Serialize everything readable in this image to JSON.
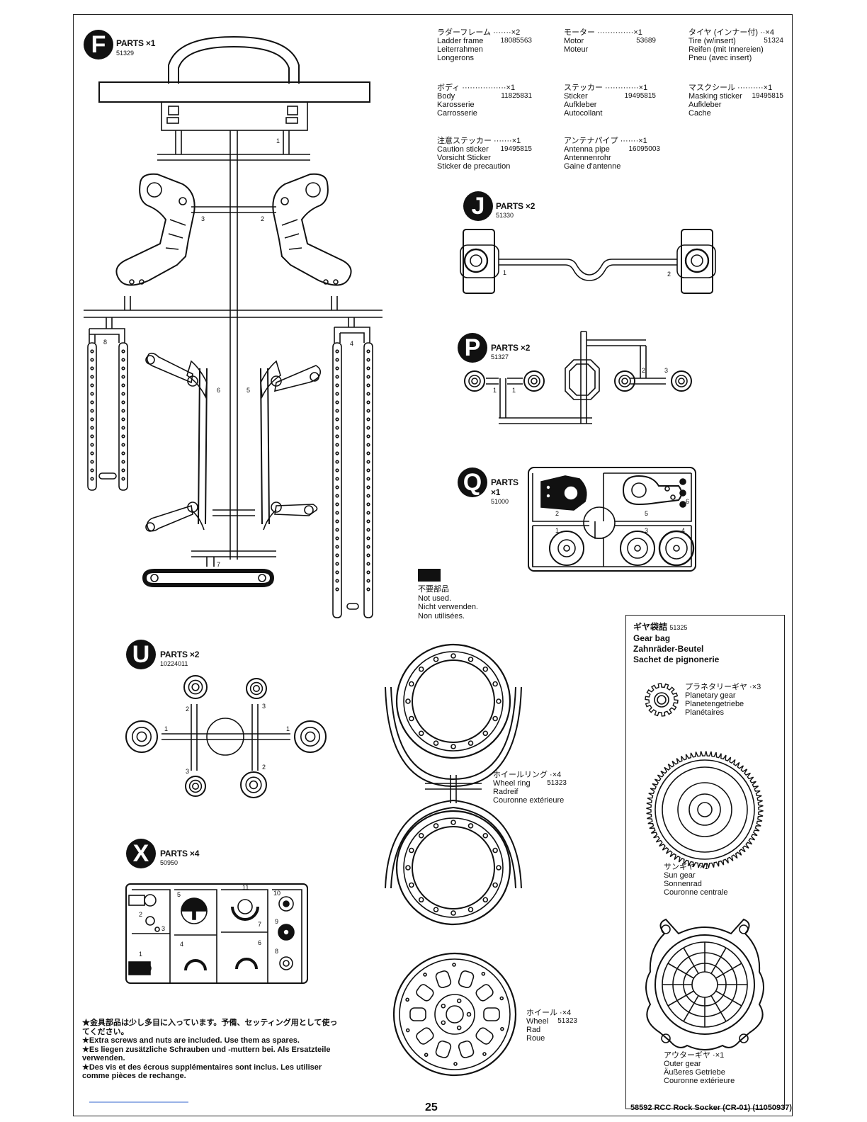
{
  "parts": {
    "F": {
      "letter": "F",
      "label": "PARTS ×1",
      "code": "51329"
    },
    "J": {
      "letter": "J",
      "label": "PARTS ×2",
      "code": "51330"
    },
    "P": {
      "letter": "P",
      "label": "PARTS ×2",
      "code": "51327"
    },
    "Q": {
      "letter": "Q",
      "label1": "PARTS",
      "label2": "×1",
      "code": "51000"
    },
    "U": {
      "letter": "U",
      "label": "PARTS ×2",
      "code": "10224011"
    },
    "X": {
      "letter": "X",
      "label": "PARTS ×4",
      "code": "50950"
    }
  },
  "part_numbers": {
    "F": [
      "1",
      "2",
      "3",
      "4",
      "5",
      "6",
      "7",
      "8"
    ],
    "J": [
      "1",
      "2"
    ],
    "P": [
      "1",
      "1",
      "2",
      "3"
    ],
    "Q": [
      "1",
      "2",
      "3",
      "4",
      "5",
      "6"
    ],
    "U": [
      "1",
      "1",
      "2",
      "2",
      "3",
      "3"
    ],
    "X": [
      "1",
      "2",
      "3",
      "4",
      "5",
      "6",
      "7",
      "8",
      "9",
      "10",
      "11"
    ]
  },
  "info": [
    {
      "jp": "ラダーフレーム ·······×2",
      "en": "Ladder frame",
      "code": "18085563",
      "de": "Leiterrahmen",
      "fr": "Longerons"
    },
    {
      "jp": "モーター ··············×1",
      "en": "Motor",
      "code": "53689",
      "de": "Moteur",
      "fr": ""
    },
    {
      "jp": "タイヤ (インナー付) ··×4",
      "en": "Tire (w/insert)",
      "code": "51324",
      "de": "Reifen (mit Innereien)",
      "fr": "Pneu (avec insert)"
    },
    {
      "jp": "ボディ ·················×1",
      "en": "Body",
      "code": "11825831",
      "de": "Karosserie",
      "fr": "Carrosserie"
    },
    {
      "jp": "ステッカー ·············×1",
      "en": "Sticker",
      "code": "19495815",
      "de": "Aufkleber",
      "fr": "Autocollant"
    },
    {
      "jp": "マスクシール ··········×1",
      "en": "Masking sticker",
      "code": "19495815",
      "de": "Aufkleber",
      "fr": "Cache"
    },
    {
      "jp": "注意ステッカー ·······×1",
      "en": "Caution sticker",
      "code": "19495815",
      "de": "Vorsicht Sticker",
      "fr": "Sticker de precaution"
    },
    {
      "jp": "アンテナパイプ ·······×1",
      "en": "Antenna pipe",
      "code": "16095003",
      "de": "Antennenrohr",
      "fr": "Gaine d'antenne"
    }
  ],
  "not_used": {
    "jp": "不要部品",
    "en": "Not used.",
    "de": "Nicht verwenden.",
    "fr": "Non utilisées."
  },
  "wheel_ring": {
    "jp": "ホイールリング ·×4",
    "en": "Wheel ring",
    "code": "51323",
    "de": "Radreif",
    "fr": "Couronne extérieure"
  },
  "wheel": {
    "jp": "ホイール ·×4",
    "en": "Wheel",
    "code": "51323",
    "de": "Rad",
    "fr": "Roue"
  },
  "gear_bag": {
    "jp": "ギヤ袋詰",
    "code": "51325",
    "en": "Gear bag",
    "de": "Zahnräder-Beutel",
    "fr": "Sachet de pignonerie",
    "planetary": {
      "jp": "プラネタリーギヤ ·×3",
      "en": "Planetary gear",
      "de": "Planetengetriebe",
      "fr": "Planétaires"
    },
    "sun": {
      "jp": "サンギヤ ·×1",
      "en": "Sun gear",
      "de": "Sonnenrad",
      "fr": "Couronne centrale"
    },
    "outer": {
      "jp": "アウターギヤ ·×1",
      "en": "Outer gear",
      "de": "Äußeres Getriebe",
      "fr": "Couronne extérieure"
    }
  },
  "footnote": [
    "★金具部品は少し多目に入っています。予備、セッティング用として使ってください。",
    "★Extra screws and nuts are included. Use them as spares.",
    "★Es liegen zusätzliche Schrauben und -muttern bei. Als Ersatzteile verwenden.",
    "★Des vis et des écrous supplémentaires sont inclus. Les utiliser comme pièces de rechange."
  ],
  "page_number": "25",
  "doc_id": "58592 RCC Rock Socker (CR-01) (11050937)"
}
